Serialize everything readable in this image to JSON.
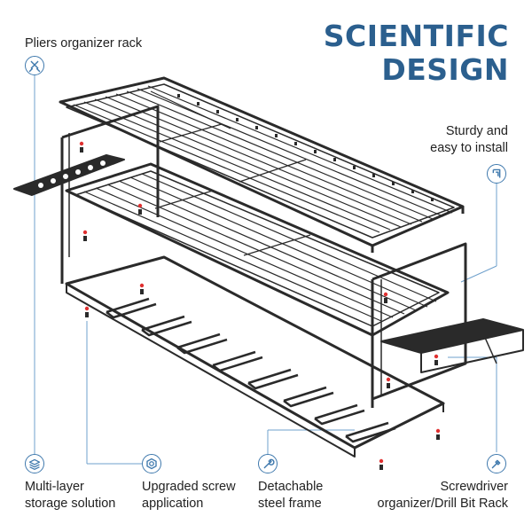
{
  "title": {
    "line1": "SCIENTIFIC",
    "line2": "DESIGN"
  },
  "features": {
    "pliers": {
      "line1": "Pliers organizer rack",
      "icon": "pliers-icon"
    },
    "sturdy": {
      "line1": "Sturdy and",
      "line2": "easy to install",
      "icon": "mounting-bracket-icon"
    },
    "multilayer": {
      "line1": "Multi-layer",
      "line2": "storage solution",
      "icon": "layers-icon"
    },
    "screw": {
      "line1": "Upgraded screw",
      "line2": "application",
      "icon": "screw-icon"
    },
    "frame": {
      "line1": "Detachable",
      "line2": "steel frame",
      "icon": "wrench-icon"
    },
    "screwdriver": {
      "line1": "Screwdriver",
      "line2": "organizer/Drill Bit Rack",
      "icon": "screwdriver-icon"
    }
  },
  "colors": {
    "accent": "#2b5f8e",
    "icon_border": "#3f79ad",
    "rack": "#2a2a2a",
    "leader": "#6fa0cc",
    "screw_red": "#e03030"
  }
}
